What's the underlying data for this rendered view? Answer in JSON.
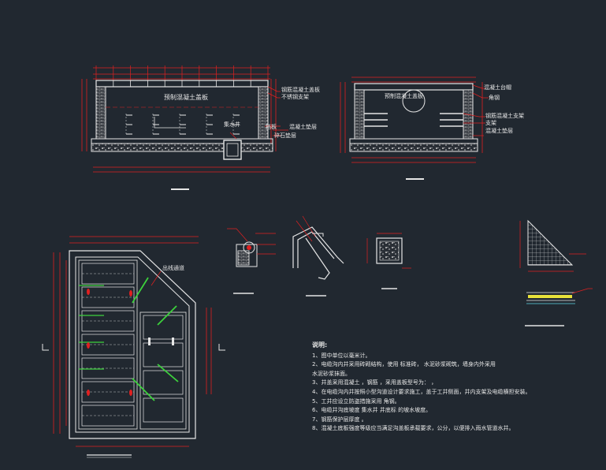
{
  "colors": {
    "background": "#212830",
    "wall": "#e6e6e6",
    "dimension": "#e02020",
    "leader": "#e02020",
    "gravel": "#cfcfcf",
    "green": "#3cd23c",
    "yellow": "#e8e23a",
    "cyan": "#5fd6e6"
  },
  "elevation_view": {
    "slab_label": "预制混凝土盖板",
    "right_labels": [
      "钢筋混凝土盖板",
      "不锈钢支架",
      "挡板",
      "混凝土垫层",
      "碎石垫层"
    ],
    "pit_label": "集水井"
  },
  "section_view": {
    "slab_label": "预制混凝土盖板",
    "right_labels": [
      "混凝土台帽",
      "角钢",
      "钢筋混凝土支架",
      "支架",
      "混凝土垫层"
    ]
  },
  "plan_view": {
    "outlet_label": "出线通道"
  },
  "notes": {
    "title": "说明:",
    "lines": [
      "1、图中单位以毫米计。",
      "2、电缆沟内井采用砖砌结构，使用     标准砖，      水泥砂浆砌筑，墙身内外采用",
      "       水泥砂浆抹面。",
      "3、井盖采用混凝土      ，钢筋         ，采用盖板型号为：                ，",
      "4、在电缆沟内井按照小型沟道设计要求施工，盖于工井侧面，井内支架及电缆横担安装。",
      "5、工井应设立防盗措施采用          角钢。",
      "6、电缆井沟底坡度                          集水井 井底标        的坡水坡度。",
      "7、钢筋保护层厚度        。",
      "8、混凝土底板强度等级应当满足沟盖板承载要求，公分，以便排入雨水管道水井。"
    ]
  }
}
